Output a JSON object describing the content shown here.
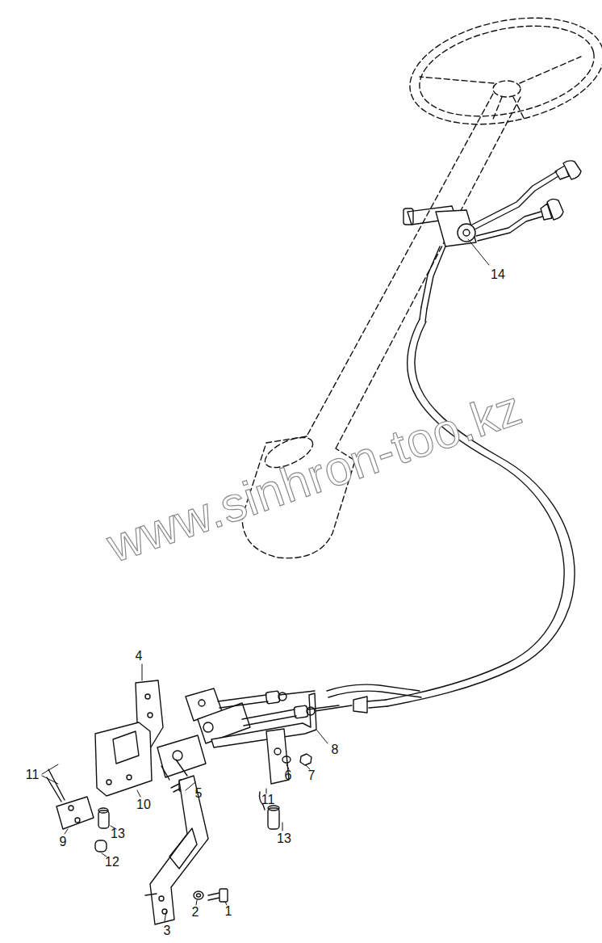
{
  "diagram": {
    "labels": [
      "14",
      "www.sinhron-too.kz",
      "4",
      "8",
      "6",
      "7",
      "11",
      "5",
      "11",
      "10",
      "13",
      "13",
      "9",
      "12",
      "2",
      "1",
      "3"
    ]
  }
}
